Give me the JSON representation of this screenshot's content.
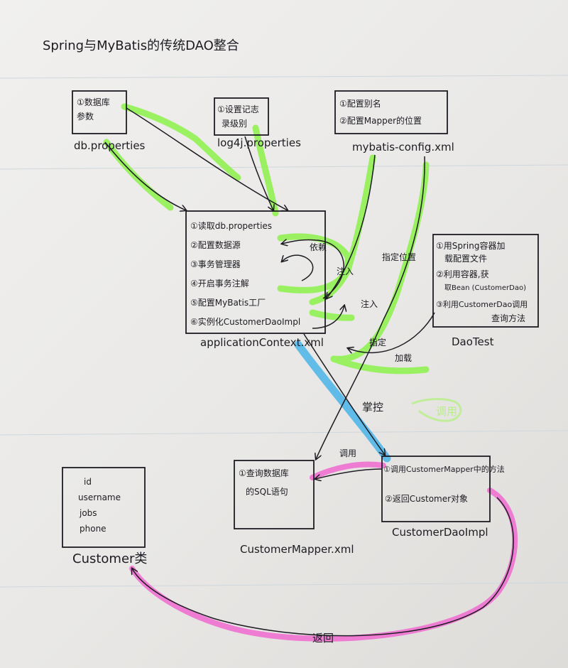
{
  "title": "Spring与MyBatis的传统DAO整合",
  "nodes": {
    "db": {
      "items": [
        "①数据库",
        "参数"
      ],
      "label": "db.properties"
    },
    "log4j": {
      "items": [
        "①设置记志",
        "录级别"
      ],
      "label": "log4j.properties"
    },
    "mybatis": {
      "items": [
        "①配置别名",
        "②配置Mapper的位置"
      ],
      "label": "mybatis-config.xml"
    },
    "app": {
      "items": [
        "①读取db.properties",
        "②配置数据源",
        "③事务管理器",
        "④开启事务注解",
        "⑤配置MyBatis工厂",
        "⑥实例化CustomerDaoImpl"
      ],
      "label": "applicationContext.xml"
    },
    "daotest": {
      "items": [
        "①用Spring容器加",
        "载配置文件",
        "②利用容器,获",
        "取Bean (CustomerDao)",
        "③利用CustomerDao调用",
        "查询方法"
      ],
      "label": "DaoTest"
    },
    "customer": {
      "items": [
        "id",
        "username",
        "jobs",
        "phone"
      ],
      "label": "Customer类"
    },
    "mapper": {
      "items": [
        "①查询数据库",
        "的SQL语句"
      ],
      "label": "CustomerMapper.xml"
    },
    "daoimpl": {
      "items": [
        "①调用CustomerMapper中的方法",
        "②返回Customer对象"
      ],
      "label": "CustomerDaoImpl"
    }
  },
  "edge_labels": {
    "depend": "依赖",
    "inject1": "注入",
    "inject2": "注入",
    "specify_location": "指定位置",
    "specify": "指定",
    "load": "加载",
    "call": "调用",
    "return": "返回",
    "manage": "掌控",
    "faint_note": "调用"
  },
  "colors": {
    "ink": "#1c1c22",
    "green_highlight": "#8cf24a",
    "pink_highlight": "#f06ad0",
    "blue_highlight": "#3fb0e8"
  }
}
